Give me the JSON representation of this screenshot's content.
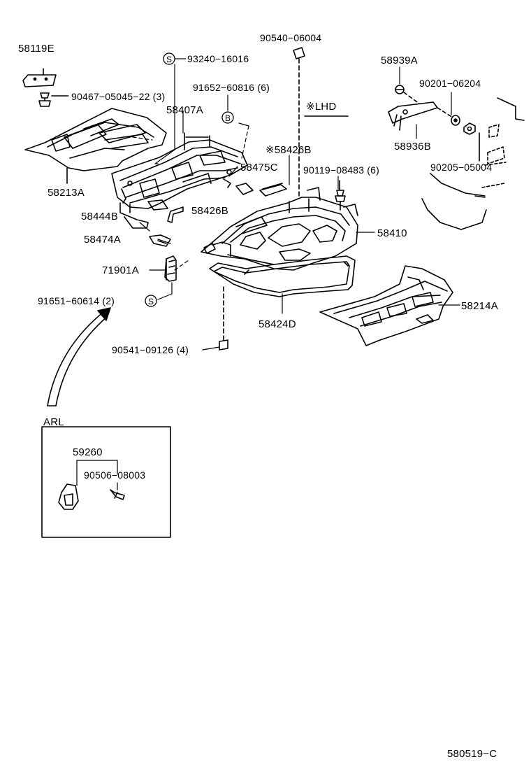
{
  "diagram": {
    "labels": {
      "p58119E": "58119E",
      "p90467": "90467−05045−22 (3)",
      "p93240": "93240−16016",
      "p91652": "91652−60816 (6)",
      "p58407A": "58407A",
      "p90540": "90540−06004",
      "p58939A": "58939A",
      "p90201": "90201−06204",
      "lhd": "※LHD",
      "p58936B": "58936B",
      "p90205": "90205−05004",
      "p58426B_lhd": "※58426B",
      "p58475C": "58475C",
      "p90119": "90119−08483 (6)",
      "p58213A": "58213A",
      "p58444B": "58444B",
      "p58426B": "58426B",
      "p58410": "58410",
      "p58474A": "58474A",
      "p71901A": "71901A",
      "p91651": "91651−60614 (2)",
      "p58214A": "58214A",
      "p58424D": "58424D",
      "p90541": "90541−09126 (4)",
      "arl": "ARL",
      "p59260": "59260",
      "p90506": "90506−08003",
      "ref": "580519−C"
    },
    "badges": {
      "s": "S",
      "b": "B"
    }
  }
}
